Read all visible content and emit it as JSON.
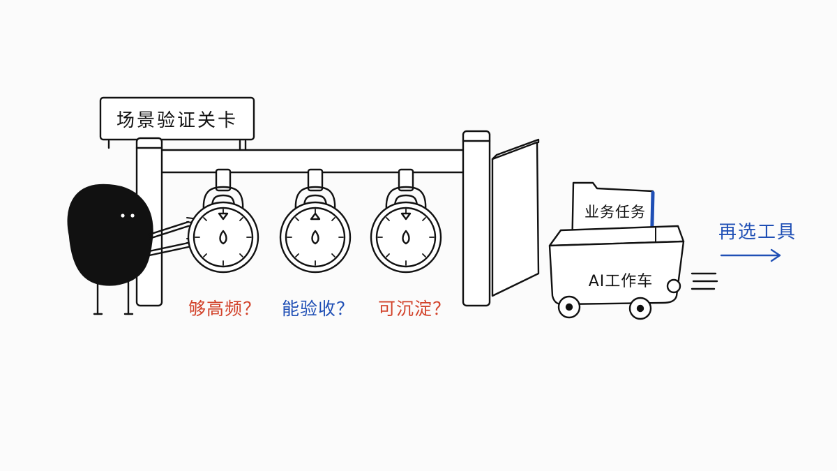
{
  "sign": {
    "title": "场景验证关卡"
  },
  "checks": [
    {
      "label": "够高频？",
      "color": "#d2422a"
    },
    {
      "label": "能验收？",
      "color": "#1f4fb5"
    },
    {
      "label": "可沉淀？",
      "color": "#d2422a"
    }
  ],
  "cart": {
    "folder_label": "业务任务",
    "cart_label": "AI工作车"
  },
  "next_step": {
    "label": "再选工具",
    "color": "#1f4fb5"
  },
  "colors": {
    "ink": "#111111",
    "red": "#d2422a",
    "blue": "#1f4fb5",
    "background": "#fbfbfb"
  }
}
